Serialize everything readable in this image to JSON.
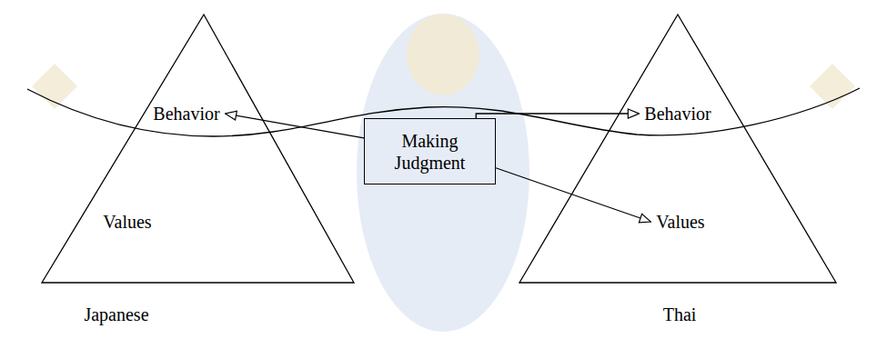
{
  "diagram": {
    "nodes": [
      {
        "text": [
          "Japanese"
        ]
      },
      {
        "text": [
          "Behavior"
        ],
        "in": 0
      },
      {
        "text": [
          "Values"
        ],
        "in": 0
      },
      {
        "text": [
          "Making Judgment"
        ]
      },
      {
        "text": [
          "Thai"
        ]
      },
      {
        "text": [
          "Behavior"
        ],
        "in": 4
      },
      {
        "text": [
          "Values"
        ],
        "in": 4
      }
    ],
    "edges": [
      {
        "from": 3,
        "to": 1,
        "arrow": "to"
      },
      {
        "from": 3,
        "to": 5,
        "arrow": "to"
      },
      {
        "from": 3,
        "to": 6,
        "arrow": "to"
      }
    ]
  }
}
